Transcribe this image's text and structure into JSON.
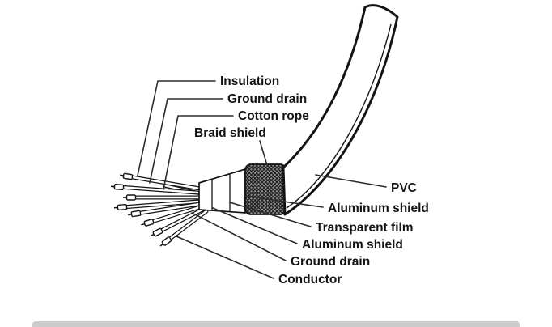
{
  "diagram": {
    "labels": {
      "insulation": "Insulation",
      "ground_drain_top": "Ground drain",
      "cotton_rope": "Cotton rope",
      "braid_shield": "Braid shield",
      "pvc": "PVC",
      "aluminum_shield_1": "Aluminum shield",
      "transparent_film": "Transparent film",
      "aluminum_shield_2": "Aluminum shield",
      "ground_drain_bottom": "Ground drain",
      "conductor": "Conductor"
    }
  }
}
